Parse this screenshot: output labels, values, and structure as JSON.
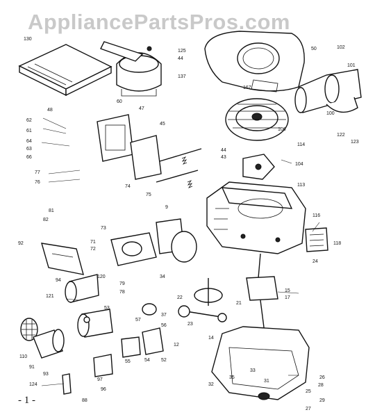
{
  "watermark": "AppliancePartsPros.com",
  "page_number": "- 1 -",
  "callouts": {
    "c130": "130",
    "c125": "125",
    "c44a": "44",
    "c137": "137",
    "c60": "60",
    "c102": "102",
    "c101": "101",
    "c167": "167",
    "c50": "50",
    "c100": "100",
    "c62": "62",
    "c61": "61",
    "c48": "48",
    "c47": "47",
    "c45": "45",
    "c106": "106",
    "c114": "114",
    "c122": "122",
    "c123": "123",
    "c64": "64",
    "c63": "63",
    "c66": "66",
    "c77": "77",
    "c76": "76",
    "c74": "74",
    "c75": "75",
    "c44b": "44",
    "c43": "43",
    "c104": "104",
    "c113": "113",
    "c81": "81",
    "c82": "82",
    "c116": "116",
    "c118": "118",
    "c92": "92",
    "c94": "94",
    "c120": "120",
    "c121": "121",
    "c73": "73",
    "c72": "72",
    "c71": "71",
    "c9": "9",
    "c79": "79",
    "c78": "78",
    "c34": "34",
    "c22": "22",
    "c21": "21",
    "c23": "23",
    "c17": "17",
    "c15": "15",
    "c14": "14",
    "c12": "12",
    "c110": "110",
    "c91": "91",
    "c93": "93",
    "c124": "124",
    "c88": "88",
    "c97": "97",
    "c96": "96",
    "c24": "24",
    "c26": "26",
    "c28": "28",
    "c25": "25",
    "c29": "29",
    "c27": "27",
    "c35": "35",
    "c32": "32",
    "c31": "31",
    "c33": "33",
    "c52": "52",
    "c54": "54",
    "c55": "55",
    "c53": "53",
    "c57": "57",
    "c37": "37",
    "c56": "56"
  }
}
